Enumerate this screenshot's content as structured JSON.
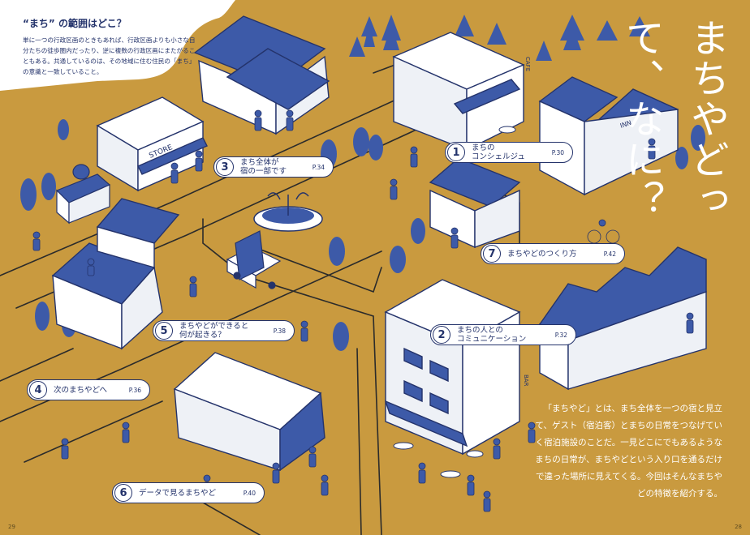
{
  "intro": {
    "title": "“まち” の範囲はどこ？",
    "text": "単に一つの行政区画のときもあれば、行政区画よりも小さな自分たちの徒歩圏内だったり、逆に複数の行政区画にまたがることもある。共通しているのは、その地域に住む住民の「まち」の意識と一致していること。"
  },
  "title": "まちやどって、なに？",
  "labels": [
    {
      "num": "1",
      "text": "まちのコンシェルジュ",
      "page": "P.30"
    },
    {
      "num": "2",
      "text": "まちの人とのコミュニケーション",
      "page": "P.32"
    },
    {
      "num": "3",
      "text": "まち全体が宿の一部です",
      "page": "P.34"
    },
    {
      "num": "4",
      "text": "次のまちやどへ",
      "page": "P.36"
    },
    {
      "num": "5",
      "text": "まちやどができると何が起きる？",
      "page": "P.38"
    },
    {
      "num": "6",
      "text": "データで見るまちやど",
      "page": "P.40"
    },
    {
      "num": "7",
      "text": "まちやどのつくり方",
      "page": "P.42"
    }
  ],
  "label_lines": {
    "l1": [
      "まちの",
      "コンシェルジュ"
    ],
    "l2": [
      "まちの人との",
      "コミュニケーション"
    ],
    "l3": [
      "まち全体が",
      "宿の一部です"
    ],
    "l5": [
      "まちやどができると",
      "何が起きる？"
    ]
  },
  "description": "「まちやど」とは、まち全体を一つの宿と見立て、ゲスト（宿泊客）とまちの日常をつなげていく宿泊施設のことだ。一見どこにでもあるようなまちの日常が、まちやどという入り口を通るだけで違った場所に見えてくる。今回はそんなまちやどの特徴を紹介する。",
  "signs": {
    "store": "STORE",
    "cafe": "CAFE",
    "inn": "INN",
    "bar": "BAR"
  },
  "page_numbers": {
    "left": "29",
    "right": "28"
  },
  "colors": {
    "background": "#c99a3f",
    "ink": "#24336b",
    "building_light": "#eef1f6",
    "building_blue": "#3d5aa8",
    "paper": "#ffffff"
  }
}
